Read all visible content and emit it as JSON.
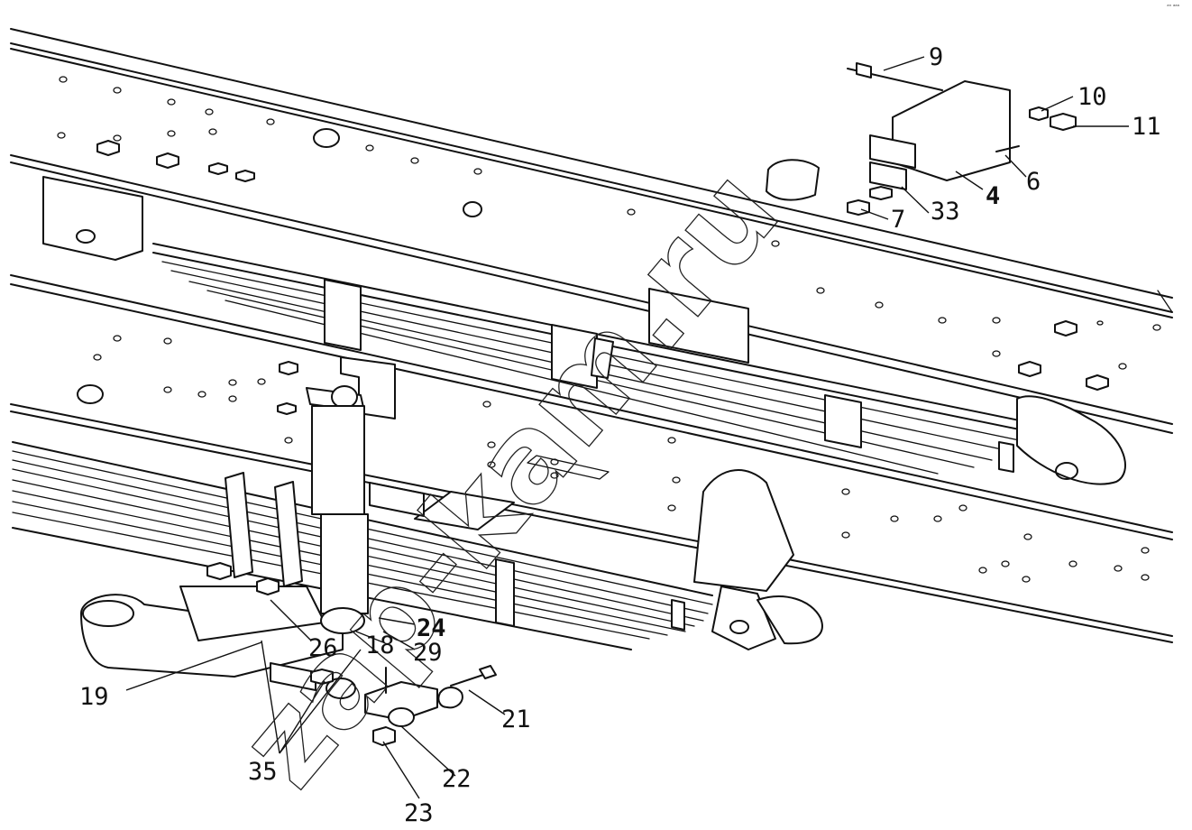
{
  "callouts": [
    {
      "id": "c9",
      "text": "9"
    },
    {
      "id": "c10",
      "text": "10"
    },
    {
      "id": "c11",
      "text": "11"
    },
    {
      "id": "c6",
      "text": "6"
    },
    {
      "id": "c4",
      "text": "4"
    },
    {
      "id": "c33",
      "text": "33"
    },
    {
      "id": "c7",
      "text": "7"
    },
    {
      "id": "c24",
      "text": "24"
    },
    {
      "id": "c26",
      "text": "26"
    },
    {
      "id": "c18",
      "text": "18"
    },
    {
      "id": "c29",
      "text": "29"
    },
    {
      "id": "c19",
      "text": "19"
    },
    {
      "id": "c21",
      "text": "21"
    },
    {
      "id": "c35",
      "text": "35"
    },
    {
      "id": "c22",
      "text": "22"
    },
    {
      "id": "c23",
      "text": "23"
    }
  ],
  "watermark": {
    "text": "zap-kam.ru"
  },
  "corner_mark": "ᵃⁿ ᵃᵃᵃ"
}
